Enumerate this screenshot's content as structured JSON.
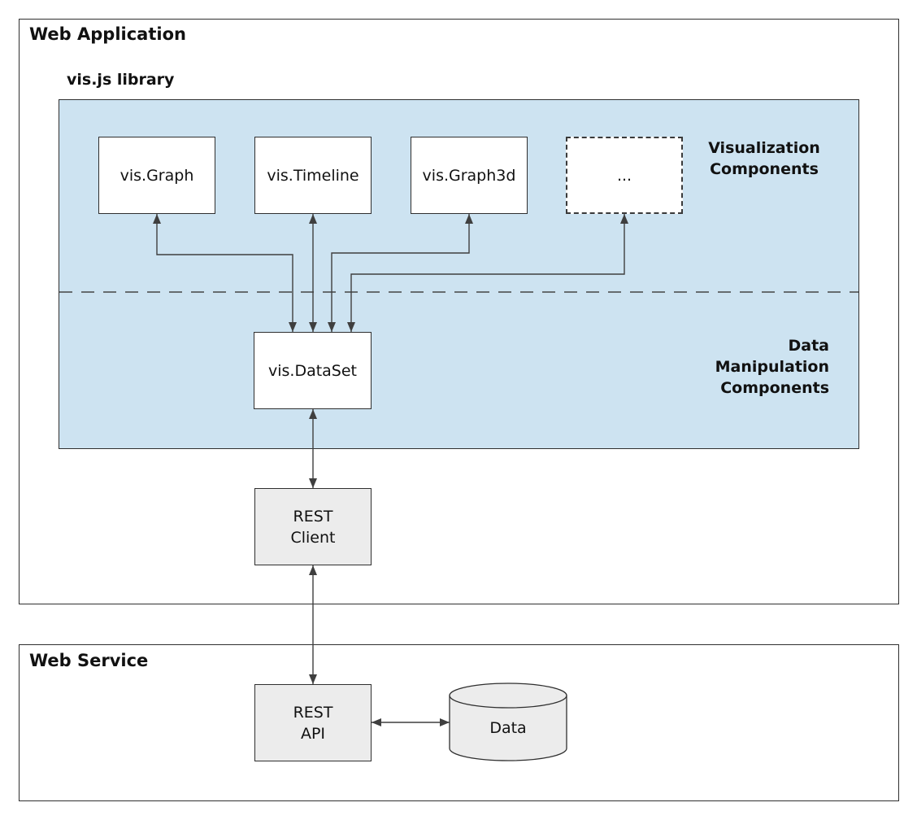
{
  "colors": {
    "panel_fill": "#cde3f1",
    "node_fill_white": "#ffffff",
    "node_fill_gray": "#ececec",
    "border": "#2f2f2f",
    "connector": "#3f3f3f"
  },
  "web_application": {
    "title": "Web Application",
    "visjs_library": {
      "title": "vis.js library",
      "components": [
        {
          "label": "vis.Graph"
        },
        {
          "label": "vis.Timeline"
        },
        {
          "label": "vis.Graph3d"
        },
        {
          "label": "..."
        }
      ],
      "visualization_components_label": "Visualization\nComponents",
      "data_manipulation_components_label": "Data\nManipulation\nComponents",
      "dataset_label": "vis.DataSet"
    },
    "rest_client_label": "REST\nClient"
  },
  "web_service": {
    "title": "Web Service",
    "rest_api_label": "REST\nAPI",
    "data_store_label": "Data"
  }
}
